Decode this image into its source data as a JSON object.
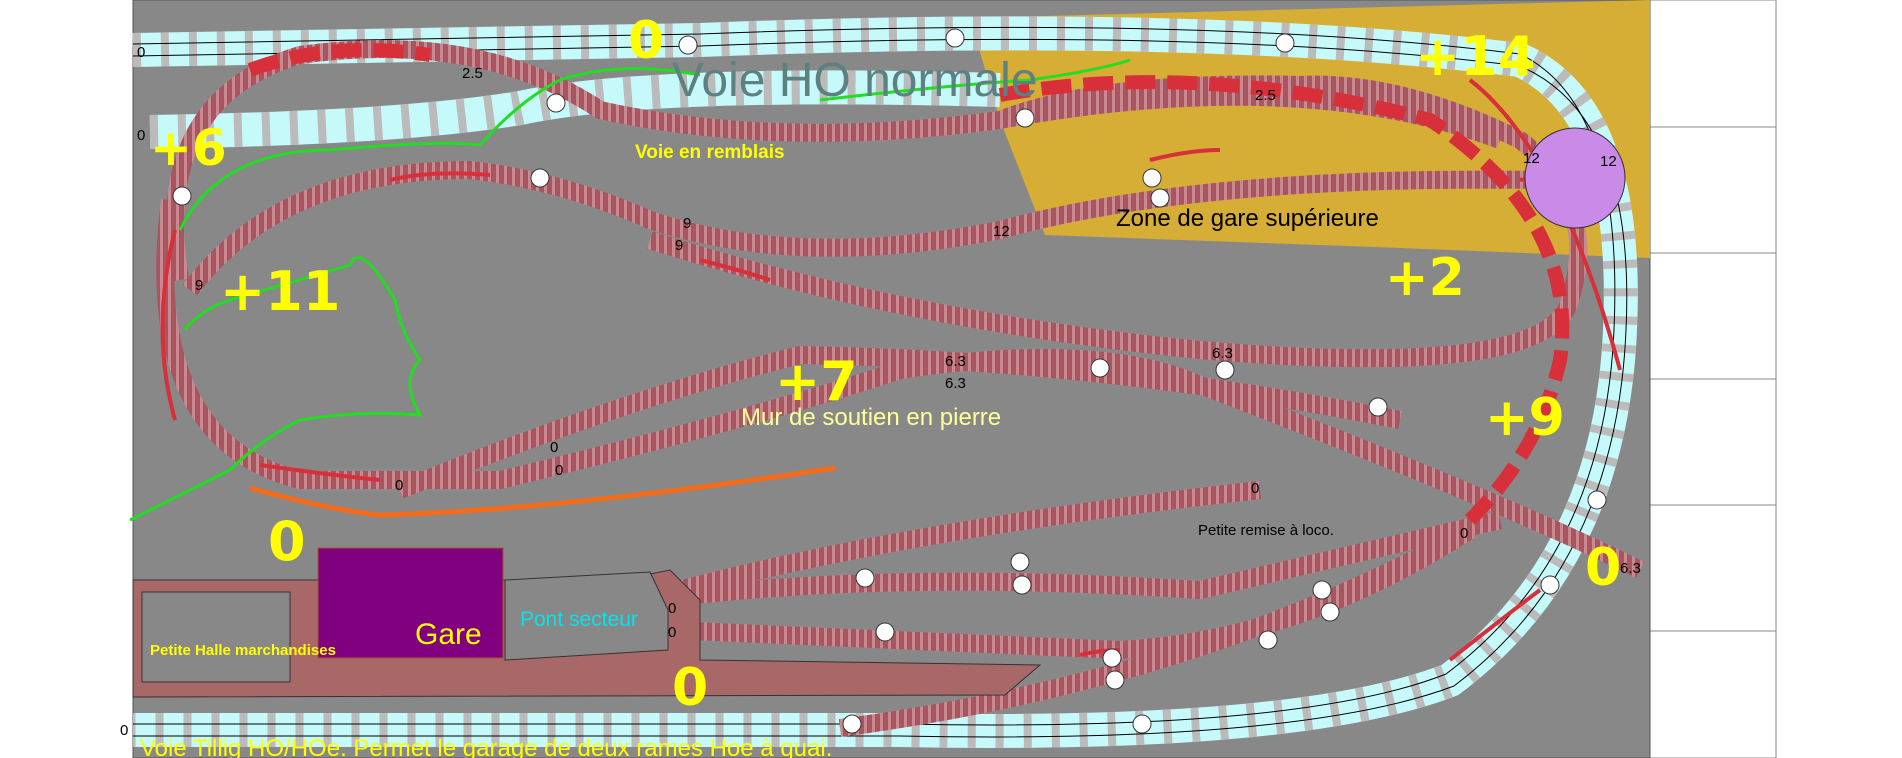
{
  "layout_plan": {
    "title": "Voie HO normale",
    "labels": {
      "voie_remblais": "Voie en remblais",
      "zone_gare": "Zone de gare supérieure",
      "mur": "Mur de soutien en pierre",
      "remise": "Petite remise à loco.",
      "pont": "Pont secteur",
      "gare": "Gare",
      "halle": "Petite Halle marchandises",
      "tillig": "Voie Tillig HO/HOe. Permet le garage de deux rames Hoe à quai."
    },
    "altitudes": {
      "a_top_zero": "0",
      "a_plus6": "+6",
      "a_plus11": "+11",
      "a_plus14": "+14",
      "a_plus2": "+2",
      "a_plus7": "+7",
      "a_plus9": "+9",
      "a_gare_zero": "0",
      "a_right_zero": "0",
      "a_bottom_zero": "0"
    },
    "gradients": {
      "g1": "2.5",
      "g2": "2.5",
      "g3": "9",
      "g4": "9",
      "g5": "9",
      "g6": "12",
      "g7": "12",
      "g8": "12",
      "g9": "6.3",
      "g10": "6.3",
      "g11": "6.3",
      "g12": "0",
      "g13": "0",
      "g14": "0",
      "g15": "0",
      "g16": "0",
      "g17": "0",
      "g18": "6.3",
      "g19": "0",
      "g20": "0",
      "g21": "0",
      "g22": "0"
    },
    "colors": {
      "ground": "#888888",
      "upper_zone": "#d6ad35",
      "ho_track_bed": "#c6fafa",
      "hoe_track": "#a85560",
      "climb_marker": "#d8303a",
      "altitude_label": "#ffff00",
      "gare_building": "#800080",
      "quai": "#a86868",
      "wall": "#f26c1c",
      "terrain_line": "#22dd22",
      "turntable": "#c98ae8"
    }
  }
}
